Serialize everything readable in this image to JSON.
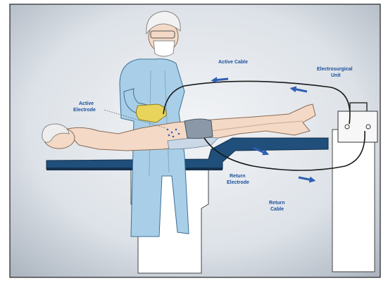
{
  "diagram": {
    "labels": {
      "active_cable": "Active Cable",
      "esu_line1": "Electrosurgical",
      "esu_line2": "Unit",
      "active_electrode_line1": "Active",
      "active_electrode_line2": "Electrode",
      "return_electrode_line1": "Return",
      "return_electrode_line2": "Electrode",
      "return_cable_line1": "Return",
      "return_cable_line2": "Cable"
    },
    "colors": {
      "label_text": "#1c4f9c",
      "arrow": "#2f5fb3",
      "gown": "#a9cfe8",
      "table_top": "#1f4f7a",
      "skin": "#f4d9c6",
      "glove": "#e8d45a",
      "background": "#d8dee5"
    }
  }
}
